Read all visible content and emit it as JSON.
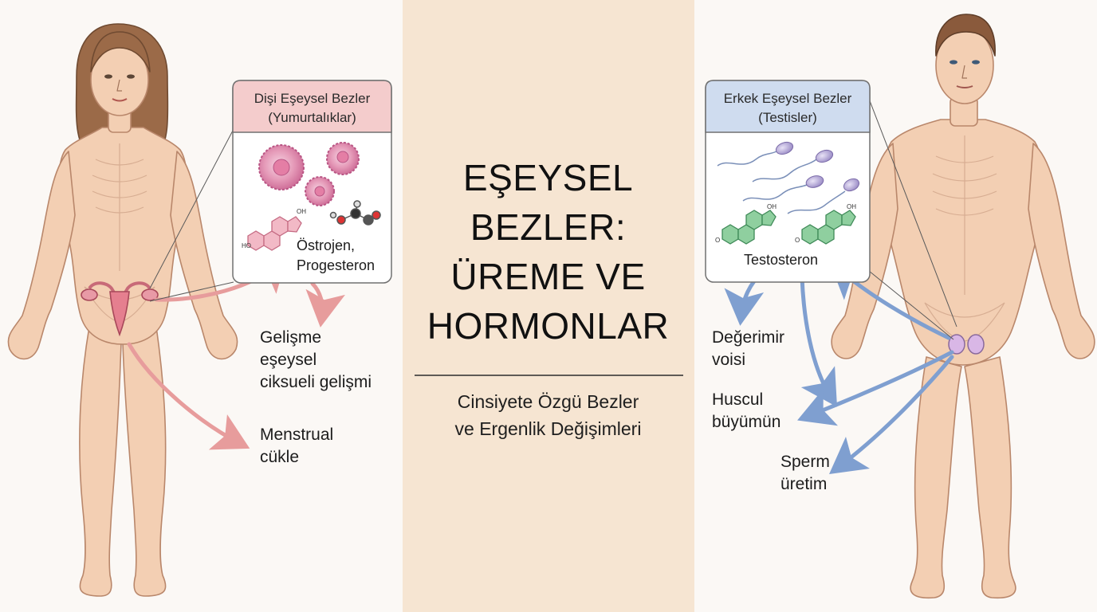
{
  "center": {
    "title_lines": [
      "EŞEYSEL",
      "BEZLER:",
      "ÜREME VE",
      "HORMONLAR"
    ],
    "subtitle_lines": [
      "Cinsiyete Özgü Bezler",
      "ve Ergenlik Değişimleri"
    ]
  },
  "female": {
    "box_title_lines": [
      "Dişi Eşeysel Bezler",
      "(Yumurtalıklar)"
    ],
    "hormone_lines": [
      "Östrojen,",
      "Progesteron"
    ],
    "effect1_lines": [
      "Gelişme",
      "eşeysel",
      "ciksueli gelişmi"
    ],
    "effect2_lines": [
      "Menstrual",
      "cükle"
    ]
  },
  "male": {
    "box_title_lines": [
      "Erkek Eşeysel Bezler",
      "(Testisler)"
    ],
    "hormone": "Testosteron",
    "effect1_lines": [
      "Değerimir",
      "voisi"
    ],
    "effect2_lines": [
      "Huscul",
      "büyümün"
    ],
    "effect3_lines": [
      "Sperm",
      "üretim"
    ]
  },
  "molecule_labels": {
    "oh": "OH",
    "ho": "HO",
    "o": "O"
  },
  "colors": {
    "center_band": "#f6e5d2",
    "female_header": "#f4cccc",
    "male_header": "#cfdcef",
    "female_arrow": "#e79c9c",
    "male_arrow": "#7f9fd0",
    "skin": "#f3cfb3",
    "skin_outline": "#b9876b"
  },
  "icons": [
    "ovary-icon",
    "uterus-icon",
    "testis-icon",
    "sperm-icon",
    "steroid-molecule-icon",
    "egg-cell-icon"
  ]
}
